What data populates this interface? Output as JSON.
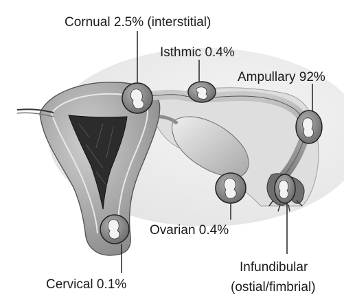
{
  "figure": {
    "labels": {
      "cornual": "Cornual 2.5% (interstitial)",
      "isthmic": "Isthmic 0.4%",
      "ampullary": "Ampullary 92%",
      "ovarian": "Ovarian 0.4%",
      "infundibular_line1": "Infundibular",
      "infundibular_line2": "(ostial/fimbrial)",
      "cervical": "Cervical 0.1%"
    },
    "colors": {
      "uterine_wall": "#b5b5b5",
      "uterine_wall_dark": "#8f8f8f",
      "cavity": "#2a2a2a",
      "tube": "#9a9a9a",
      "ovary": "#d8d8d8",
      "gestational_sac": "#8c8c8c",
      "embryo": "#f2f2f2",
      "line": "#222222"
    }
  }
}
